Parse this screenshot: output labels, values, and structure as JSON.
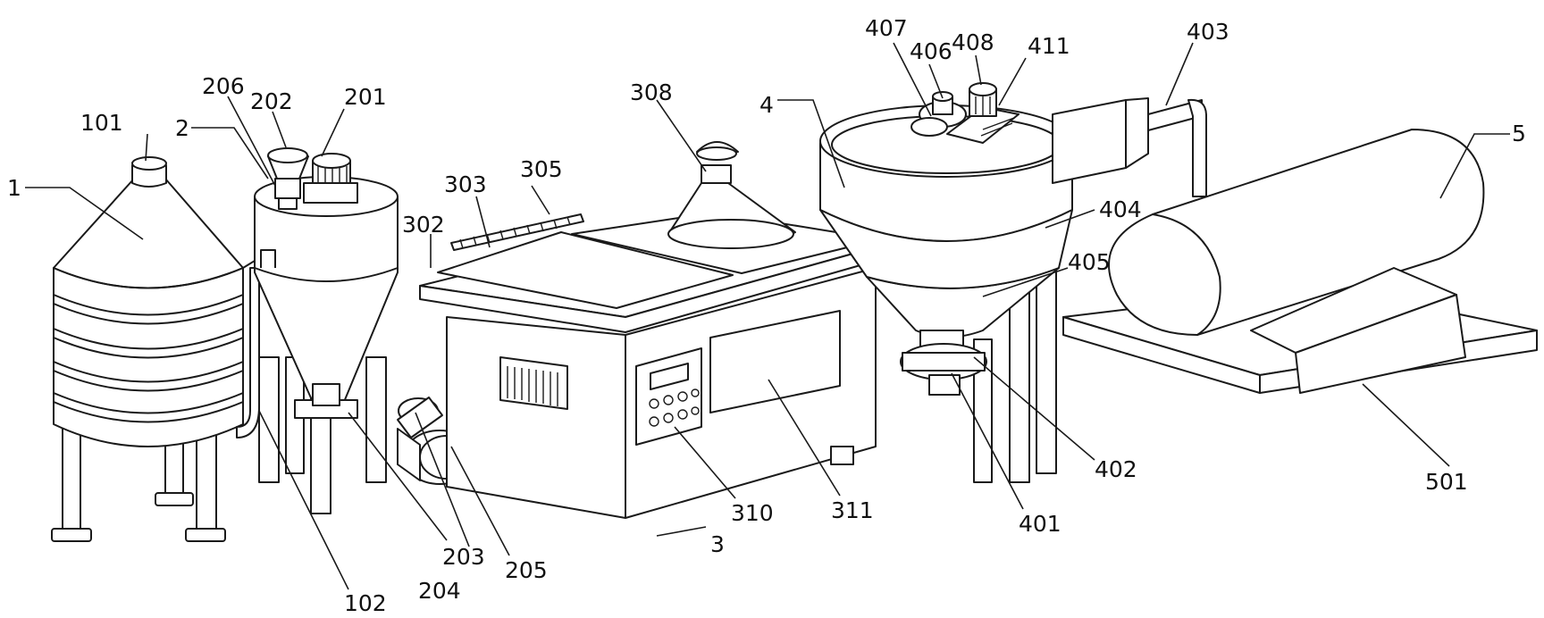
{
  "callouts": [
    {
      "id": "1",
      "text": "1"
    },
    {
      "id": "101",
      "text": "101"
    },
    {
      "id": "102",
      "text": "102"
    },
    {
      "id": "2",
      "text": "2"
    },
    {
      "id": "201",
      "text": "201"
    },
    {
      "id": "202",
      "text": "202"
    },
    {
      "id": "203",
      "text": "203"
    },
    {
      "id": "204",
      "text": "204"
    },
    {
      "id": "205",
      "text": "205"
    },
    {
      "id": "206",
      "text": "206"
    },
    {
      "id": "3",
      "text": "3"
    },
    {
      "id": "302",
      "text": "302"
    },
    {
      "id": "303",
      "text": "303"
    },
    {
      "id": "305",
      "text": "305"
    },
    {
      "id": "308",
      "text": "308"
    },
    {
      "id": "310",
      "text": "310"
    },
    {
      "id": "311",
      "text": "311"
    },
    {
      "id": "4",
      "text": "4"
    },
    {
      "id": "401",
      "text": "401"
    },
    {
      "id": "402",
      "text": "402"
    },
    {
      "id": "403",
      "text": "403"
    },
    {
      "id": "404",
      "text": "404"
    },
    {
      "id": "405",
      "text": "405"
    },
    {
      "id": "406",
      "text": "406"
    },
    {
      "id": "407",
      "text": "407"
    },
    {
      "id": "408",
      "text": "408"
    },
    {
      "id": "411",
      "text": "411"
    },
    {
      "id": "5",
      "text": "5"
    },
    {
      "id": "501",
      "text": "501"
    }
  ]
}
